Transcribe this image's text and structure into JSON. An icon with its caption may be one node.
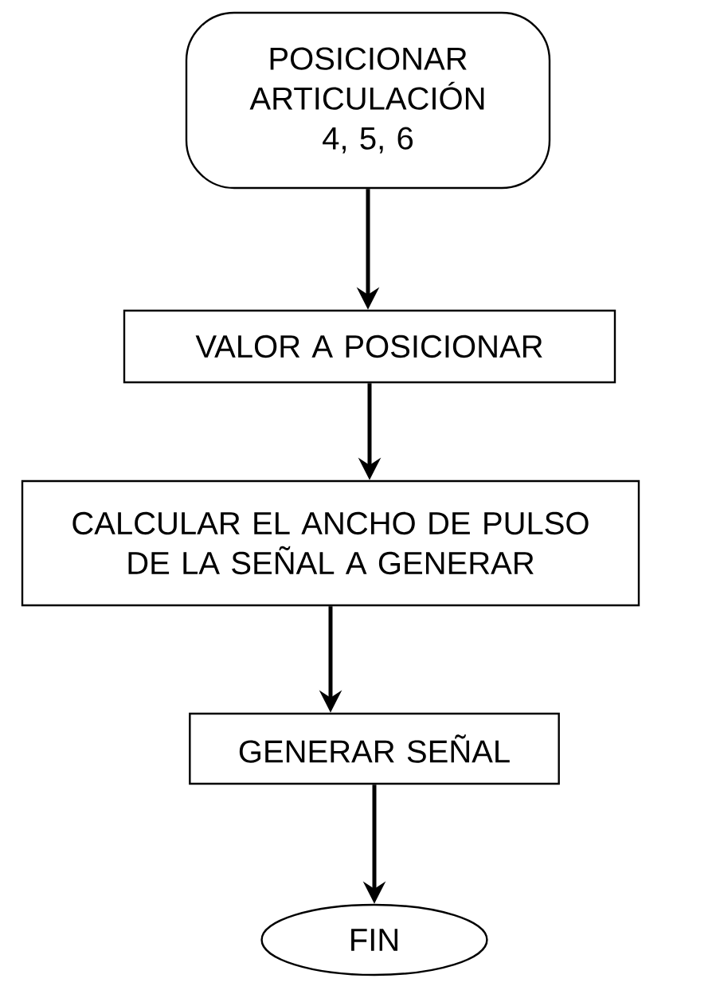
{
  "diagram": {
    "nodes": [
      {
        "text": [
          "POSICIONAR ARTICULACIÓN 4, 5, 6"
        ]
      },
      {
        "text": [
          "VALOR A POSICIONAR"
        ]
      },
      {
        "text": [
          "CALCULAR EL ANCHO DE PULSO DE LA SEÑAL A GENERAR"
        ]
      },
      {
        "text": [
          "GENERAR SEÑAL"
        ]
      },
      {
        "text": [
          "FIN"
        ]
      }
    ],
    "edges": [
      {
        "from": 0,
        "to": 1,
        "arrow": "to"
      },
      {
        "from": 1,
        "to": 2,
        "arrow": "to"
      },
      {
        "from": 2,
        "to": 3,
        "arrow": "to"
      },
      {
        "from": 3,
        "to": 4,
        "arrow": "to"
      }
    ]
  }
}
